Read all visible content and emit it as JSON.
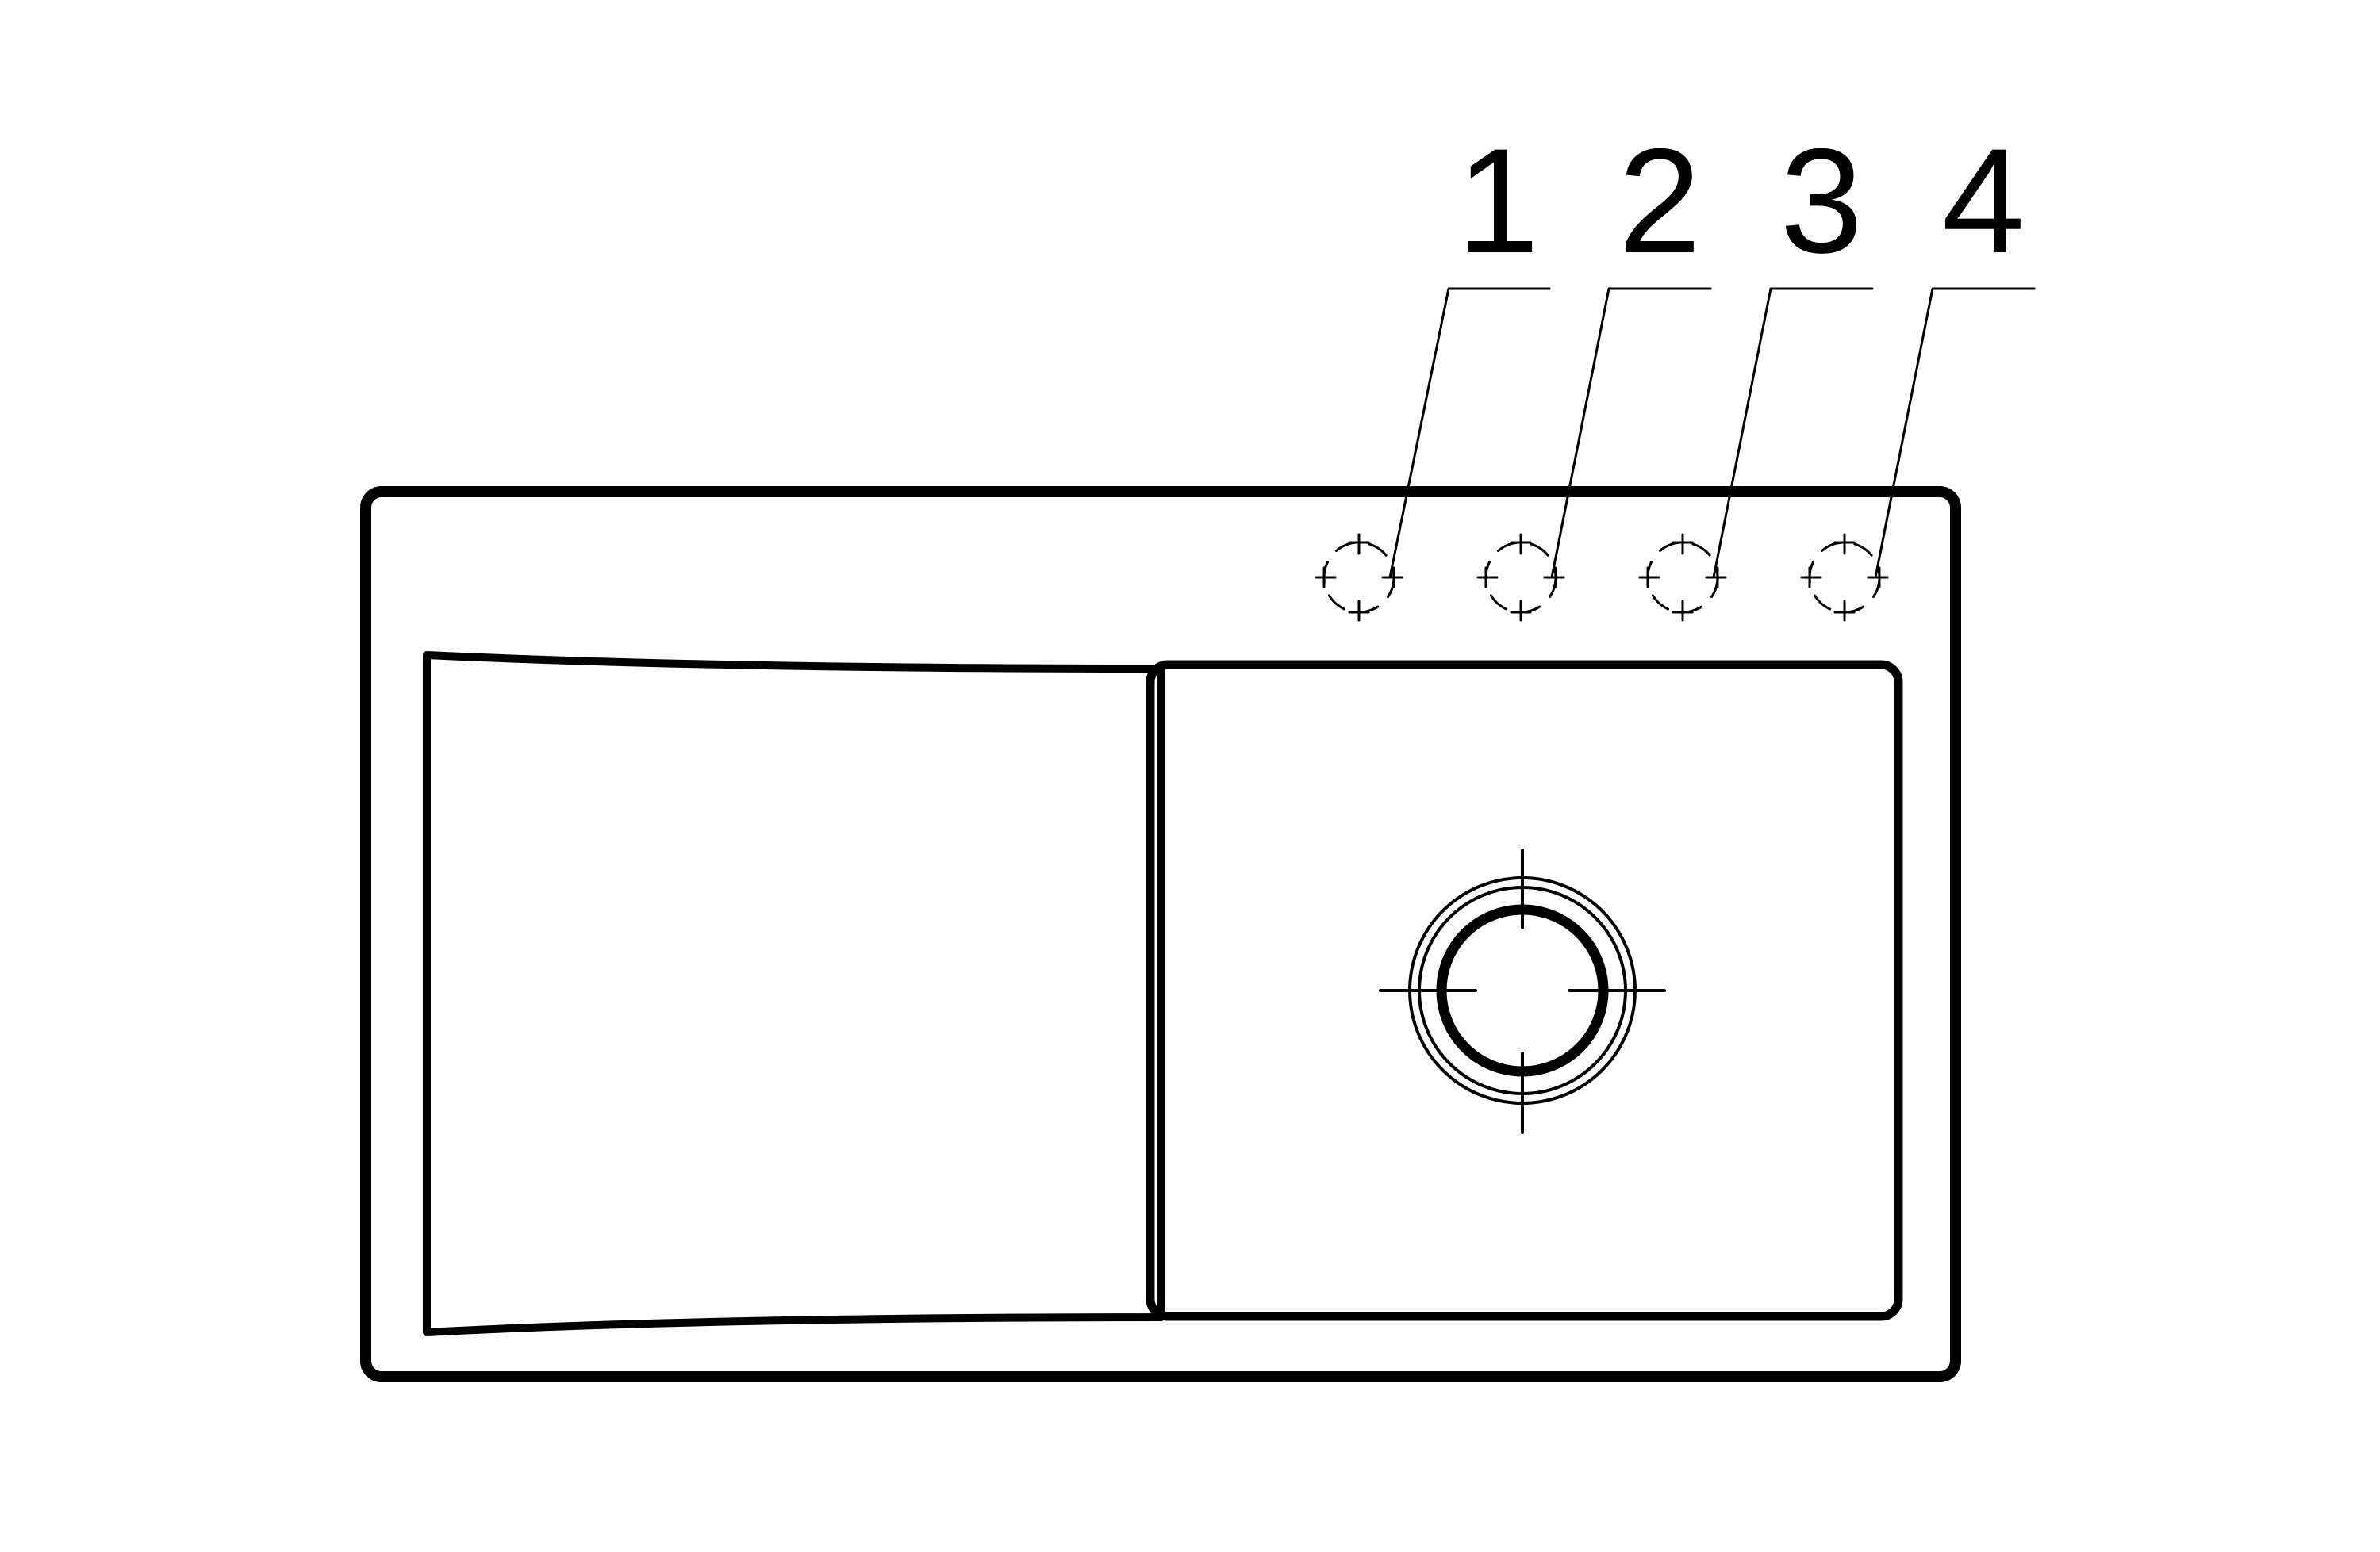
{
  "diagram": {
    "labels": [
      "1",
      "2",
      "3",
      "4"
    ],
    "colors": {
      "line": "#000000",
      "background": "#ffffff"
    },
    "icons": {
      "tap_hole": "crosshair-circle-icon",
      "drain": "drain-crosshair-icon"
    }
  }
}
